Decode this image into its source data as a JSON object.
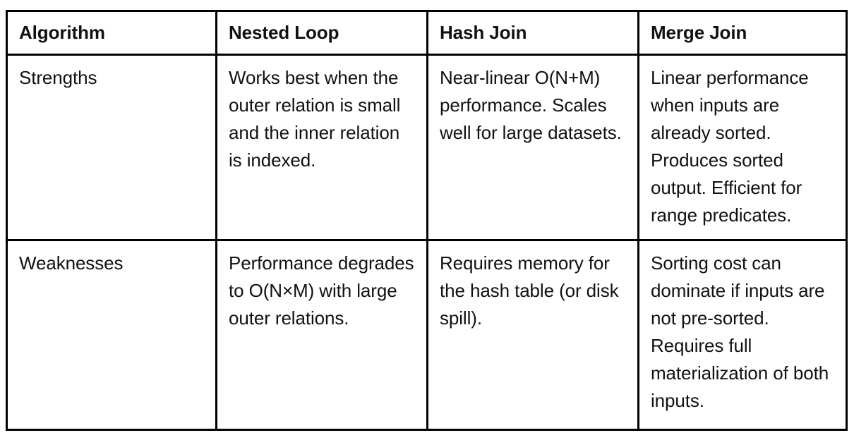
{
  "table": {
    "columns": [
      {
        "key": "label",
        "header": "Algorithm"
      },
      {
        "key": "nested",
        "header": "Nested Loop"
      },
      {
        "key": "hash",
        "header": "Hash Join"
      },
      {
        "key": "merge",
        "header": "Merge Join"
      }
    ],
    "rows": [
      {
        "label": "Strengths",
        "nested": "Works best when the outer relation is small and the inner relation is indexed.",
        "hash": "Near-linear O(N+M) performance. Scales well for large datasets.",
        "merge": "Linear performance when inputs are already sorted. Produces sorted output. Efficient for range predicates."
      },
      {
        "label": "Weaknesses",
        "nested": "Performance degrades to O(N×M) with large outer relations.",
        "hash": "Requires memory for the hash table (or disk spill).",
        "merge": "Sorting cost can dominate if inputs are not pre-sorted. Requires full materialization of both inputs."
      }
    ]
  },
  "colors": {
    "border": "#000000",
    "background": "#ffffff",
    "text": "#111111"
  }
}
